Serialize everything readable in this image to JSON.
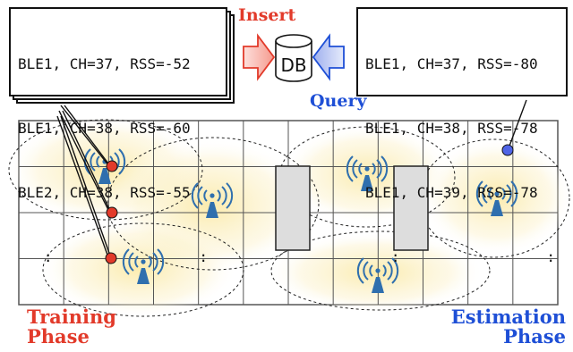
{
  "training_table": {
    "rows": [
      {
        "beacon": "BLE1",
        "ch": "CH=37",
        "rss": "RSS=-52"
      },
      {
        "beacon": "BLE1",
        "ch": "CH=38",
        "rss": "RSS=-60"
      },
      {
        "beacon": "BLE2",
        "ch": "CH=38",
        "rss": "RSS=-55"
      }
    ],
    "ellipsis": ":"
  },
  "estimation_table": {
    "rows": [
      {
        "beacon": "BLE1",
        "ch": "CH=37",
        "rss": "RSS=-80"
      },
      {
        "beacon": "BLE1",
        "ch": "CH=38",
        "rss": "RSS=-78"
      },
      {
        "beacon": "BLE1",
        "ch": "CH=39",
        "rss": "RSS=-78"
      }
    ],
    "ellipsis": ":"
  },
  "database": {
    "label": "DB"
  },
  "arrows": {
    "insert_label": "Insert",
    "query_label": "Query"
  },
  "phases": {
    "training": [
      "Training",
      "Phase"
    ],
    "estimation": [
      "Estimation",
      "Phase"
    ]
  },
  "colors": {
    "training": "#e23a2a",
    "estimation": "#1e4fd6",
    "beacon": "#2f6fae",
    "insert_fill": "#fbd0cb",
    "query_fill": "#d5dcf7",
    "coverage": "#fbf0c4"
  },
  "icons": {
    "beacon": "ble-beacon-icon",
    "database": "database-icon"
  }
}
